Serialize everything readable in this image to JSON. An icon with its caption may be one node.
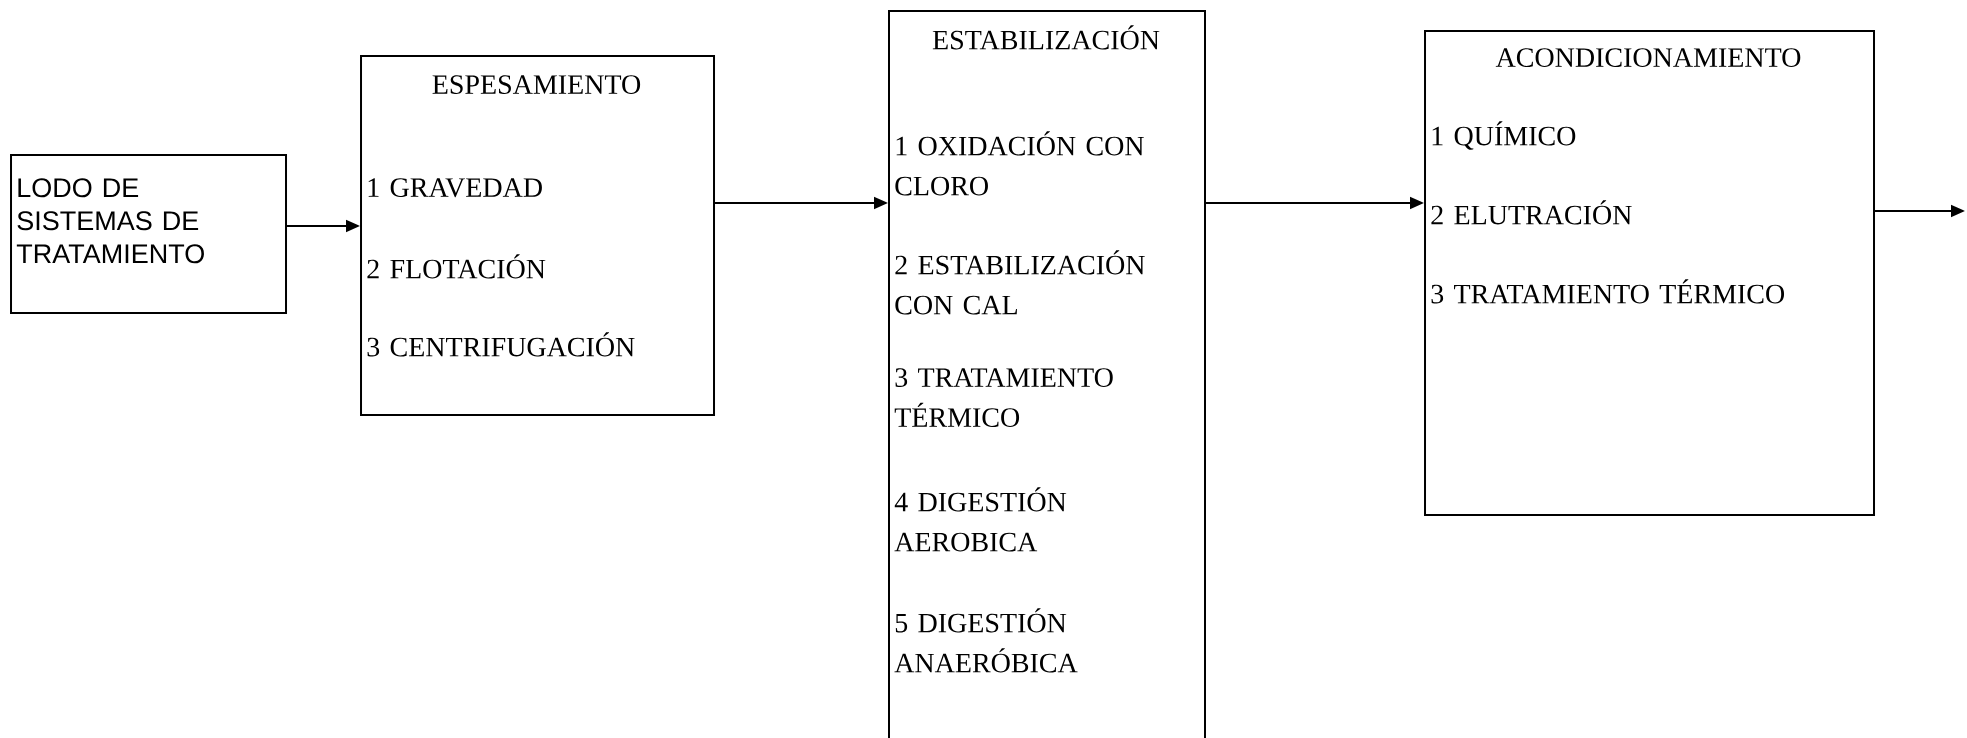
{
  "diagram": {
    "nodes": [
      {
        "text": [
          "LODO DE SISTEMAS DE TRATAMIENTO"
        ]
      },
      {
        "text": [
          "ESPESAMIENTO",
          "1 GRAVEDAD",
          "2 FLOTACIÓN",
          "3 CENTRIFUGACIÓN"
        ]
      },
      {
        "text": [
          "ESTABILIZACIÓN",
          "1 OXIDACIÓN CON CLORO",
          "2 ESTABILIZACIÓN CON CAL",
          "3 TRATAMIENTO TÉRMICO",
          "4 DIGESTIÓN AEROBICA",
          "5 DIGESTIÓN ANAERÓBICA"
        ]
      },
      {
        "text": [
          "ACONDICIONAMIENTO",
          "1 QUÍMICO",
          "2 ELUTRACIÓN",
          "3 TRATAMIENTO TÉRMICO"
        ]
      }
    ],
    "edges": [
      {
        "from": 0,
        "to": 1,
        "arrow": "to"
      },
      {
        "from": 1,
        "to": 2,
        "arrow": "to"
      },
      {
        "from": 2,
        "to": 3,
        "arrow": "to"
      },
      {
        "from": 3,
        "to": null,
        "arrow": "to"
      }
    ]
  }
}
